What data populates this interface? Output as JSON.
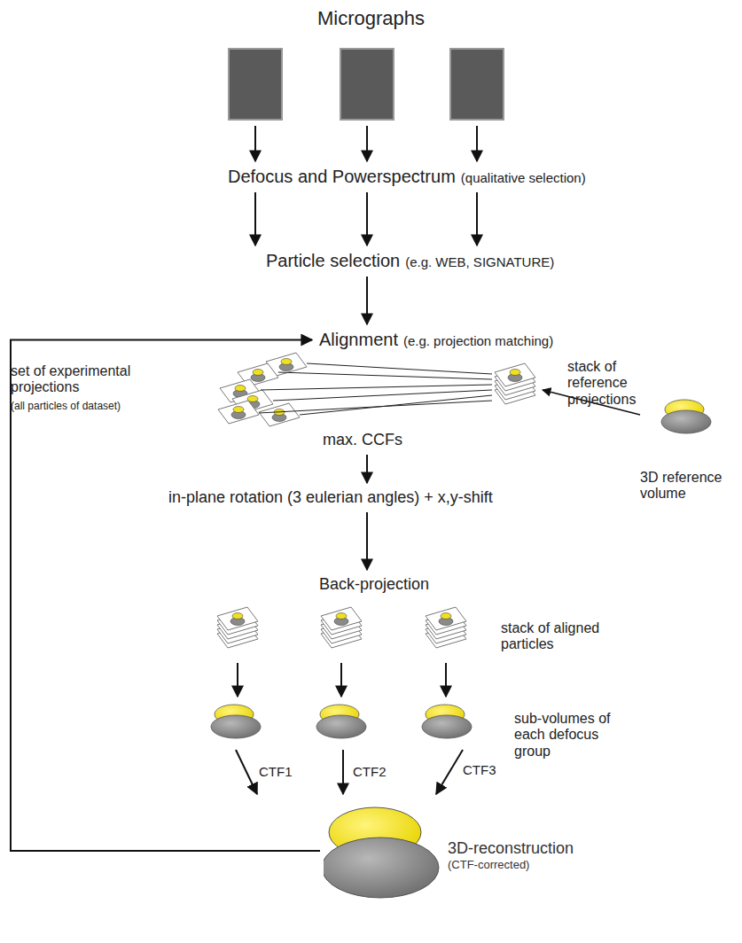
{
  "diagram": {
    "title": "Micrographs",
    "nodes": [
      {
        "text": [
          "Defocus and Powerspectrum",
          "(qualitative selection)"
        ]
      },
      {
        "text": [
          "Particle selection",
          "(e.g. WEB, SIGNATURE)"
        ]
      },
      {
        "text": [
          "Alignment",
          "(e.g. projection matching)"
        ]
      },
      {
        "text": [
          "max. CCFs"
        ]
      },
      {
        "text": [
          "in-plane rotation (3 eulerian angles) + x,y-shift"
        ]
      },
      {
        "text": [
          "Back-projection"
        ]
      },
      {
        "text": [
          "3D-reconstruction",
          "(CTF-corrected)"
        ]
      }
    ],
    "edges": [
      {
        "from": 0,
        "to": 1,
        "arrow": "to"
      },
      {
        "from": 0,
        "to": 1,
        "arrow": "to"
      },
      {
        "from": 0,
        "to": 1,
        "arrow": "to"
      },
      {
        "from": 1,
        "to": 2,
        "arrow": "to"
      },
      {
        "from": 3,
        "to": 4,
        "arrow": "to"
      },
      {
        "from": 4,
        "to": 5,
        "arrow": "to"
      },
      {
        "from": 6,
        "to": 2,
        "arrow": "to"
      }
    ],
    "labels": [
      "set of experimental projections",
      "(all particles of dataset)",
      "stack of reference projections",
      "3D reference volume",
      "stack of aligned particles",
      "sub-volumes of each defocus group",
      "CTF1",
      "CTF2",
      "CTF3"
    ]
  }
}
